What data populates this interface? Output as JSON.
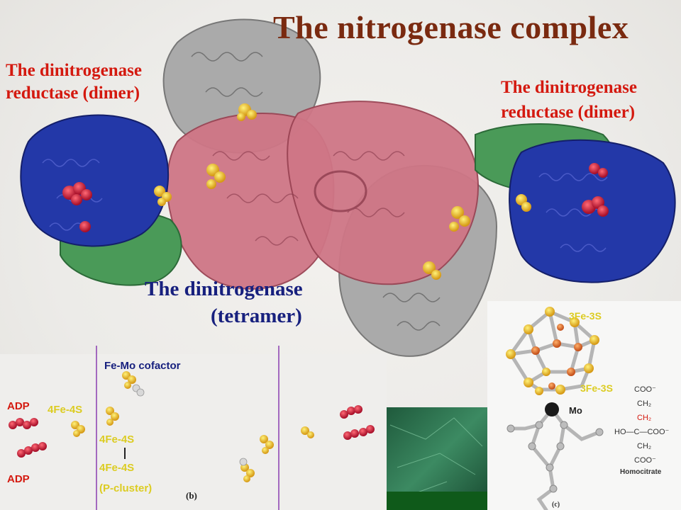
{
  "title": "The nitrogenase complex",
  "labels": {
    "reductase_left_1": "The dinitrogenase",
    "reductase_left_2": "reductase (dimer)",
    "reductase_right_1": "The dinitrogenase",
    "reductase_right_2": "reductase (dimer)",
    "tetramer_1": "The dinitrogenase",
    "tetramer_2": "(tetramer)"
  },
  "panel_b": {
    "femo_cofactor": "Fe-Mo cofactor",
    "adp_top": "ADP",
    "adp_bottom": "ADP",
    "fe4s_a": "4Fe-4S",
    "fe4s_b": "4Fe-4S",
    "fe4s_c": "4Fe-4S",
    "p_cluster": "(P-cluster)",
    "panel_letter": "(b)"
  },
  "panel_c": {
    "fe3s_top": "3Fe-3S",
    "fe3s_bottom": "3Fe-3S",
    "mo": "Mo",
    "panel_letter": "(c)",
    "homocitrate_rows": [
      "COO⁻",
      "CH₂",
      "CH₂",
      "HO—C—COO⁻",
      "CH₂",
      "COO⁻"
    ],
    "homocitrate_label": "Homocitrate"
  },
  "colors": {
    "title": "#7a2a10",
    "label_red": "#d4190f",
    "label_navy": "#17207e",
    "label_yellow": "#dccc22",
    "protein_blue": "#2035a8",
    "protein_green": "#3e9a4e",
    "protein_pink": "#c66a7c",
    "protein_gray": "#9a9a9a"
  }
}
